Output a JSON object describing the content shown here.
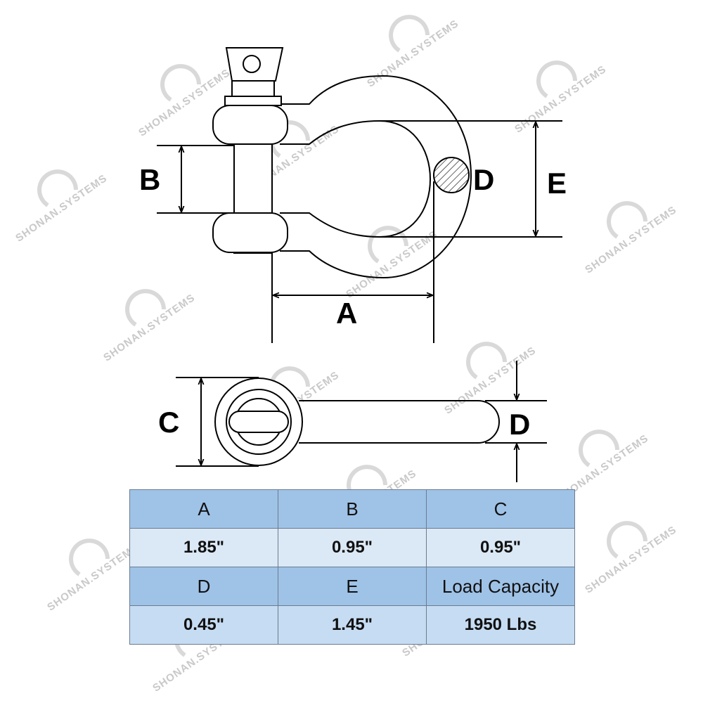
{
  "watermark": "SHONAN.SYSTEMS",
  "labels": {
    "A": "A",
    "B": "B",
    "C": "C",
    "D_top": "D",
    "D_side": "D",
    "E": "E"
  },
  "spec_table": {
    "rows": [
      {
        "kind": "header",
        "cells": [
          "A",
          "B",
          "C"
        ]
      },
      {
        "kind": "value",
        "cells": [
          "1.85\"",
          "0.95\"",
          "0.95\""
        ]
      },
      {
        "kind": "header",
        "cells": [
          "D",
          "E",
          "Load Capacity"
        ]
      },
      {
        "kind": "value",
        "cells": [
          "0.45\"",
          "1.45\"",
          "1950 Lbs"
        ]
      }
    ]
  },
  "colors": {
    "header_fill": "#9fc2e7",
    "value_fill": "#dbe8f5",
    "line": "#000000",
    "watermark": "#c9c9c9"
  }
}
